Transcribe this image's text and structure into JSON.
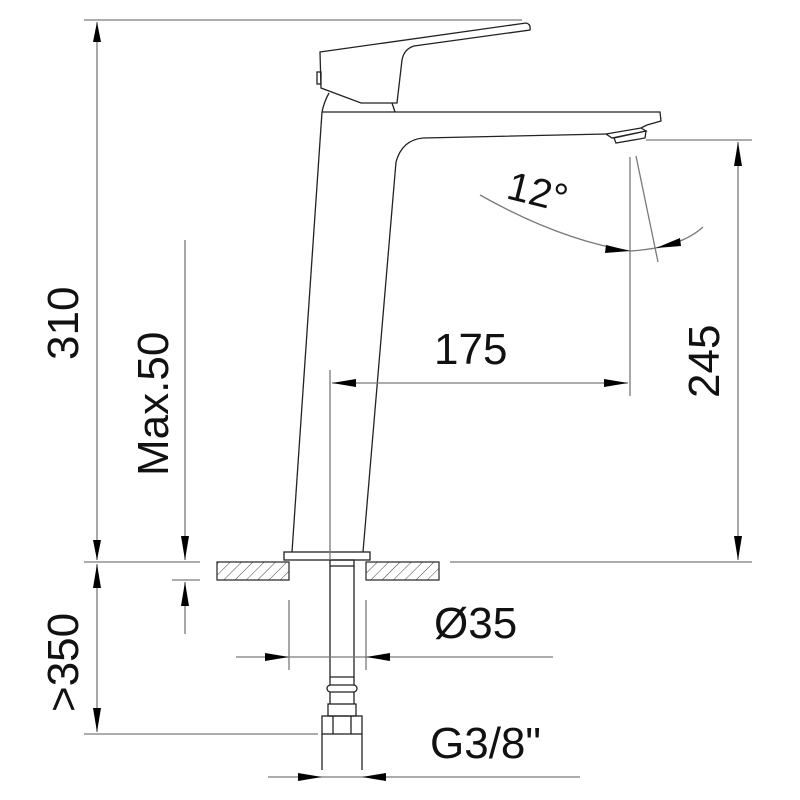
{
  "drawing": {
    "subject": "Tall basin mixer faucet - side elevation",
    "colors": {
      "line": "#222222",
      "dimension_line": "#7a7a7a",
      "text": "#111111",
      "background": "#ffffff"
    }
  },
  "dimensions": {
    "overall_height": "310",
    "spout_height": "245",
    "spout_reach": "175",
    "deck_thickness": "Max.50",
    "hose_length": ">350",
    "base_diameter": "Ø35",
    "connection_thread": "G3/8\"",
    "spray_angle": "12°"
  },
  "icons": {
    "hatch": "section-hatch",
    "arrow": "dimension-arrowhead"
  }
}
